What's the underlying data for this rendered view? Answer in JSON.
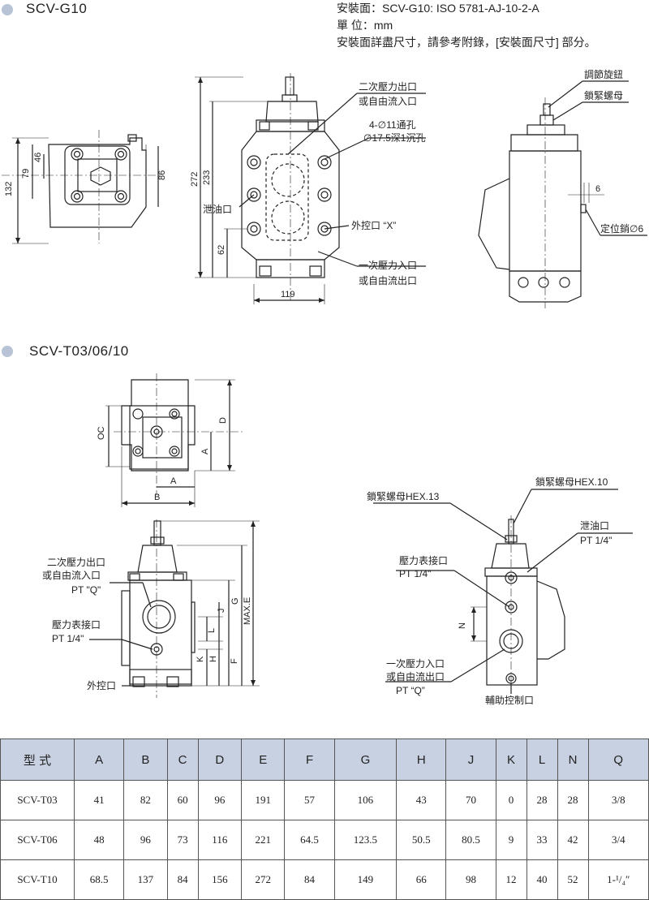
{
  "section1": {
    "title": "SCV-G10",
    "specs": [
      "安裝面：SCV-G10: ISO 5781-AJ-10-2-A",
      "單    位：mm",
      "安裝面詳盡尺寸，請參考附錄，[安裝面尺寸] 部分。"
    ],
    "labels": {
      "secondary_out_1": "二次壓力出口",
      "secondary_out_2": "或自由流入口",
      "holes_1": "4-∅11通孔",
      "holes_2": "∅17.5深1沉孔",
      "drain": "泄油口",
      "ext_pilot": "外控口 “X”",
      "primary_in_1": "一次壓力入口",
      "primary_in_2": "或自由流出口",
      "adjust_knob": "調節旋鈕",
      "lock_nut": "鎖緊螺母",
      "locating_pin": "定位銷∅6"
    },
    "dims": {
      "d132": "132",
      "d79": "79",
      "d46": "46",
      "d86": "86",
      "d272": "272",
      "d233": "233",
      "d62": "62",
      "d119": "119",
      "d6": "6"
    }
  },
  "section2": {
    "title": "SCV-T03/06/10",
    "labels": {
      "secondary_out_1": "二次壓力出口",
      "secondary_out_2": "或自由流入口",
      "pt_q_1": "PT \"Q\"",
      "gauge_port": "壓力表接口",
      "pt_14_1": "PT 1/4\"",
      "ext_pilot": "外控口",
      "lock_nut_13": "鎖緊螺母HEX.13",
      "lock_nut_10": "鎖緊螺母HEX.10",
      "drain": "泄油口",
      "pt_14_drain": "PT 1/4\"",
      "gauge_port_2": "壓力表接口",
      "pt_14_2": "PT 1/4\"",
      "primary_in_1": "一次壓力入口",
      "primary_in_2": "或自由流出口",
      "pt_q_2": "PT  “Q”",
      "aux_pilot": "輔助控制口"
    },
    "dims": {
      "OC": "OC",
      "D": "D",
      "A": "A",
      "B": "B",
      "G": "G",
      "J": "J",
      "L": "L",
      "K": "K",
      "H": "H",
      "F": "F",
      "MAXE": "MAX.E",
      "N": "N"
    }
  },
  "table": {
    "headers": [
      "型 式",
      "A",
      "B",
      "C",
      "D",
      "E",
      "F",
      "G",
      "H",
      "J",
      "K",
      "L",
      "N",
      "Q"
    ],
    "rows": [
      [
        "SCV-T03",
        "41",
        "82",
        "60",
        "96",
        "191",
        "57",
        "106",
        "43",
        "70",
        "0",
        "28",
        "28",
        "3/8"
      ],
      [
        "SCV-T06",
        "48",
        "96",
        "73",
        "116",
        "221",
        "64.5",
        "123.5",
        "50.5",
        "80.5",
        "9",
        "33",
        "42",
        "3/4"
      ],
      [
        "SCV-T10",
        "68.5",
        "137",
        "84",
        "156",
        "272",
        "84",
        "149",
        "66",
        "98",
        "12",
        "40",
        "52",
        "1-¹/₄″"
      ]
    ]
  }
}
